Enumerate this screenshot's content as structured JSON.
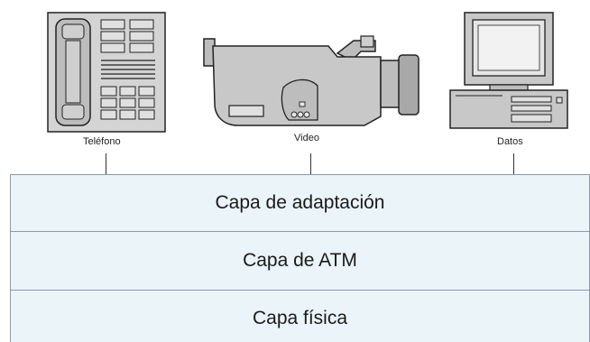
{
  "devices": {
    "phone": {
      "label": "Teléfono",
      "icon": "telephone-icon"
    },
    "video": {
      "label": "Video",
      "icon": "camcorder-icon"
    },
    "data": {
      "label": "Datos",
      "icon": "computer-icon"
    }
  },
  "layers": {
    "adaptation": "Capa de adaptación",
    "atm": "Capa de ATM",
    "physical": "Capa física"
  },
  "colors": {
    "layer_fill": "#eaf4f9",
    "layer_border": "#8c9aa6",
    "device_fill": "#d4d4d4",
    "stroke": "#222222"
  }
}
